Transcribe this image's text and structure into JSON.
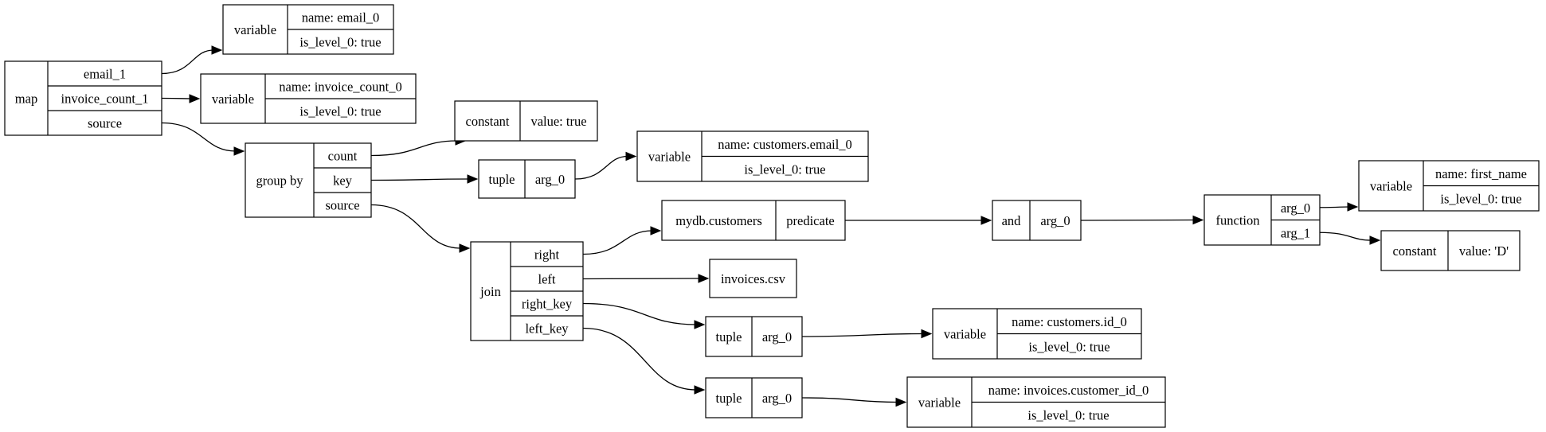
{
  "diagram": {
    "nodes": {
      "map": {
        "label": "map",
        "fields": [
          "email_1",
          "invoice_count_1",
          "source"
        ]
      },
      "var_email_0": {
        "label": "variable",
        "fields": [
          "name: email_0",
          "is_level_0: true"
        ]
      },
      "var_invoice_count_0": {
        "label": "variable",
        "fields": [
          "name: invoice_count_0",
          "is_level_0: true"
        ]
      },
      "group_by": {
        "label": "group by",
        "fields": [
          "count",
          "key",
          "source"
        ]
      },
      "const_true": {
        "label": "constant",
        "fields": [
          "value: true"
        ]
      },
      "tuple_key": {
        "label": "tuple",
        "fields": [
          "arg_0"
        ]
      },
      "var_customers_email_0": {
        "label": "variable",
        "fields": [
          "name: customers.email_0",
          "is_level_0: true"
        ]
      },
      "join": {
        "label": "join",
        "fields": [
          "right",
          "left",
          "right_key",
          "left_key"
        ]
      },
      "mydb_customers": {
        "label": "mydb.customers",
        "fields": [
          "predicate"
        ]
      },
      "and": {
        "label": "and",
        "fields": [
          "arg_0"
        ]
      },
      "function": {
        "label": "function",
        "fields": [
          "arg_0",
          "arg_1"
        ]
      },
      "var_first_name": {
        "label": "variable",
        "fields": [
          "name: first_name",
          "is_level_0: true"
        ]
      },
      "const_D": {
        "label": "constant",
        "fields": [
          "value: 'D'"
        ]
      },
      "invoices_csv": {
        "label": "invoices.csv",
        "fields": []
      },
      "tuple_right_key": {
        "label": "tuple",
        "fields": [
          "arg_0"
        ]
      },
      "var_customers_id_0": {
        "label": "variable",
        "fields": [
          "name: customers.id_0",
          "is_level_0: true"
        ]
      },
      "tuple_left_key": {
        "label": "tuple",
        "fields": [
          "arg_0"
        ]
      },
      "var_invoices_customer_id_0": {
        "label": "variable",
        "fields": [
          "name: invoices.customer_id_0",
          "is_level_0: true"
        ]
      }
    },
    "edges": [
      {
        "from": "map",
        "field": 0,
        "to": "var_email_0"
      },
      {
        "from": "map",
        "field": 1,
        "to": "var_invoice_count_0"
      },
      {
        "from": "map",
        "field": 2,
        "to": "group_by"
      },
      {
        "from": "group_by",
        "field": 0,
        "to": "const_true"
      },
      {
        "from": "group_by",
        "field": 1,
        "to": "tuple_key"
      },
      {
        "from": "group_by",
        "field": 2,
        "to": "join"
      },
      {
        "from": "tuple_key",
        "field": 0,
        "to": "var_customers_email_0"
      },
      {
        "from": "join",
        "field": 0,
        "to": "mydb_customers"
      },
      {
        "from": "join",
        "field": 1,
        "to": "invoices_csv"
      },
      {
        "from": "join",
        "field": 2,
        "to": "tuple_right_key"
      },
      {
        "from": "join",
        "field": 3,
        "to": "tuple_left_key"
      },
      {
        "from": "mydb_customers",
        "field": 0,
        "to": "and"
      },
      {
        "from": "and",
        "field": 0,
        "to": "function"
      },
      {
        "from": "function",
        "field": 0,
        "to": "var_first_name"
      },
      {
        "from": "function",
        "field": 1,
        "to": "const_D"
      },
      {
        "from": "tuple_right_key",
        "field": 0,
        "to": "var_customers_id_0"
      },
      {
        "from": "tuple_left_key",
        "field": 0,
        "to": "var_invoices_customer_id_0"
      }
    ]
  }
}
